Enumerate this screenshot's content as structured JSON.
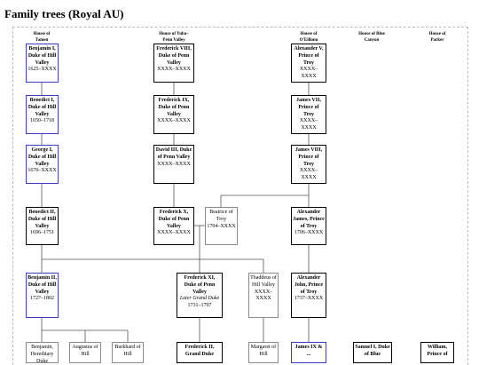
{
  "page": {
    "title": "Family trees (Royal AU)"
  },
  "houses": [
    {
      "id": "tamen",
      "line1": "House of",
      "line2": "Tamen"
    },
    {
      "id": "yuba",
      "line1": "House of Yuba–",
      "line2": "Penn Valley"
    },
    {
      "id": "oeillonu",
      "line1": "House of",
      "line2": "O'Eillonu"
    },
    {
      "id": "bluecanyon",
      "line1": "House of Blue",
      "line2": "Canyon"
    },
    {
      "id": "parker",
      "line1": "House of",
      "line2": "Parker"
    }
  ],
  "people": {
    "benjamin1": {
      "name": "Benjamin I, Duke of Hill Valley",
      "dates": "1625–XXXX"
    },
    "benedict1": {
      "name": "Benedict I, Duke of Hill Valley",
      "dates": "1650–1718"
    },
    "george1": {
      "name": "George I, Duke of Hill Valley",
      "dates": "1670–XXXX"
    },
    "benedict2": {
      "name": "Benedict II, Duke of Hill Valley",
      "dates": "1696–1751"
    },
    "benjamin2": {
      "name": "Benjamin II, Duke of Hill Valley",
      "dates": "1727–1802"
    },
    "benjamin_hered": {
      "name": "Benjamin, Hereditary Duke",
      "dates": ""
    },
    "augustus": {
      "name": "Augustus of Hill",
      "dates": ""
    },
    "burkhard": {
      "name": "Burkhard of Hill",
      "dates": ""
    },
    "frederick8": {
      "name": "Frederick VIII, Duke of Penn Valley",
      "dates": "XXXX–XXXX"
    },
    "frederick9": {
      "name": "Frederick IX, Duke of Penn Valley",
      "dates": "XXXX–XXXX"
    },
    "david3": {
      "name": "David III, Duke of Penn Valley",
      "dates": "XXXX–XXXX"
    },
    "frederick10": {
      "name": "Frederick X, Duke of Penn Valley",
      "dates": "XXXX–XXXX"
    },
    "beatrice": {
      "name": "Beatrice of Troy",
      "dates": "1704–XXXX"
    },
    "frederick11": {
      "name": "Frederick XI, Duke of Penn Valley",
      "title": "Later Grand Duke",
      "dates": "1731–1797"
    },
    "thaddeus": {
      "name": "Thaddeus of Hill Valley",
      "dates": "XXXX–XXXX"
    },
    "frederick2g": {
      "name": "Frederick II, Grand Duke",
      "dates": ""
    },
    "margaret": {
      "name": "Margaret of Hill",
      "dates": ""
    },
    "alexander5": {
      "name": "Alexander V, Prince of Troy",
      "dates": "XXXX–XXXX"
    },
    "james7": {
      "name": "James VII, Prince of Troy",
      "dates": "XXXX–XXXX"
    },
    "james8": {
      "name": "James VIII, Prince of Troy",
      "dates": "XXXX–XXXX"
    },
    "alexanderjames": {
      "name": "Alexander James, Prince of Troy",
      "dates": "1706–XXXX"
    },
    "alexanderjohn": {
      "name": "Alexander John, Prince of Troy",
      "dates": "1737–XXXX"
    },
    "james9": {
      "name": "James IX & ...",
      "dates": ""
    },
    "samuel1": {
      "name": "Samuel I, Duke of Blue",
      "dates": ""
    },
    "william": {
      "name": "William, Prince of",
      "dates": ""
    }
  }
}
